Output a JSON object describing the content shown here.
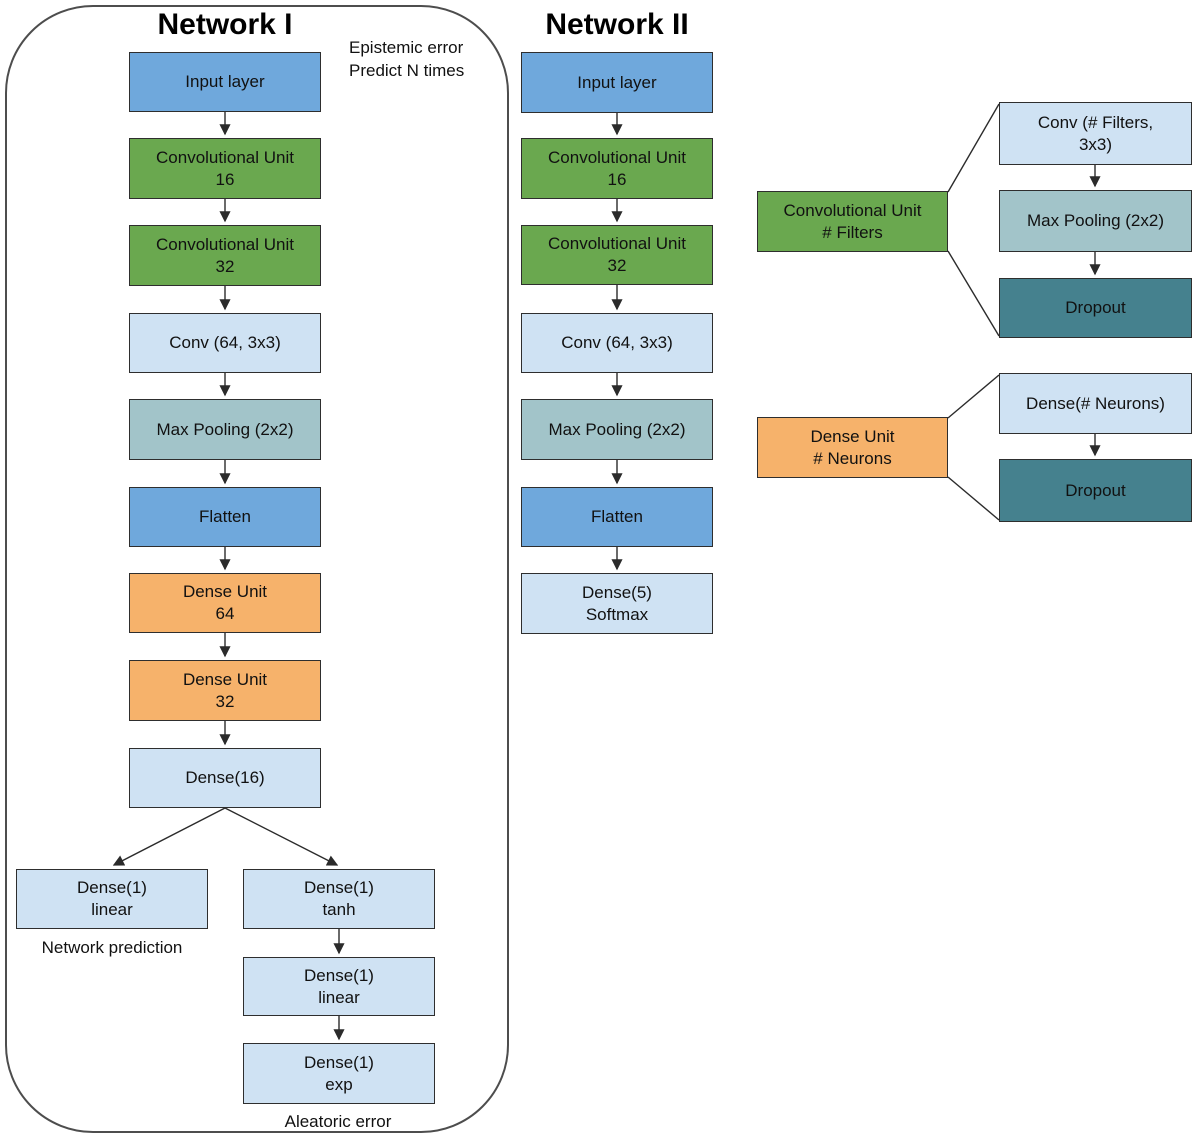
{
  "colors": {
    "blue": "#6fa8dc",
    "green": "#6aa84f",
    "light_blue": "#cfe2f3",
    "teal": "#a2c4c9",
    "orange": "#f6b26b",
    "dark_teal": "#45818e",
    "frame_border": "#4d4d4d",
    "box_border": "#2e2e2e",
    "arrow": "#2b2b2b"
  },
  "network1": {
    "title": "Network I",
    "note": "Epistemic error\nPredict N times",
    "layers": [
      {
        "label": "Input layer",
        "color": "blue"
      },
      {
        "label": "Convolutional Unit\n16",
        "color": "green"
      },
      {
        "label": "Convolutional Unit\n32",
        "color": "green"
      },
      {
        "label": "Conv (64, 3x3)",
        "color": "light_blue"
      },
      {
        "label": "Max Pooling (2x2)",
        "color": "teal"
      },
      {
        "label": "Flatten",
        "color": "blue"
      },
      {
        "label": "Dense Unit\n64",
        "color": "orange"
      },
      {
        "label": "Dense Unit\n32",
        "color": "orange"
      },
      {
        "label": "Dense(16)",
        "color": "light_blue"
      },
      {
        "label": "Dense(1)\nlinear",
        "color": "light_blue"
      },
      {
        "label": "Dense(1)\ntanh",
        "color": "light_blue"
      },
      {
        "label": "Dense(1)\nlinear",
        "color": "light_blue"
      },
      {
        "label": "Dense(1)\nexp",
        "color": "light_blue"
      }
    ],
    "prediction_label": "Network prediction",
    "aleatoric_label": "Aleatoric error"
  },
  "network2": {
    "title": "Network II",
    "layers": [
      {
        "label": "Input layer",
        "color": "blue"
      },
      {
        "label": "Convolutional Unit\n16",
        "color": "green"
      },
      {
        "label": "Convolutional Unit\n32",
        "color": "green"
      },
      {
        "label": "Conv (64, 3x3)",
        "color": "light_blue"
      },
      {
        "label": "Max Pooling (2x2)",
        "color": "teal"
      },
      {
        "label": "Flatten",
        "color": "blue"
      },
      {
        "label": "Dense(5)\nSoftmax",
        "color": "light_blue"
      }
    ]
  },
  "legend": {
    "conv_unit": {
      "label": "Convolutional Unit\n# Filters",
      "color": "green",
      "expansion": [
        {
          "label": "Conv (# Filters,\n3x3)",
          "color": "light_blue"
        },
        {
          "label": "Max Pooling (2x2)",
          "color": "teal"
        },
        {
          "label": "Dropout",
          "color": "dark_teal"
        }
      ]
    },
    "dense_unit": {
      "label": "Dense Unit\n# Neurons",
      "color": "orange",
      "expansion": [
        {
          "label": "Dense(# Neurons)",
          "color": "light_blue"
        },
        {
          "label": "Dropout",
          "color": "dark_teal"
        }
      ]
    }
  }
}
